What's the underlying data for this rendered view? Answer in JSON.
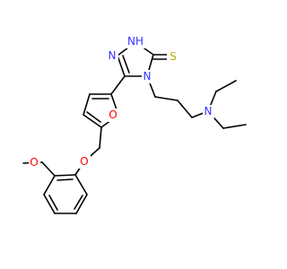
{
  "molecule": {
    "atom_labels": {
      "nh": "NH",
      "s": "S",
      "n_ring_left": "N",
      "n_ring_bottom": "N",
      "n_amine": "N",
      "o_furan": "O",
      "o_ether": "O",
      "o_methoxy": "O"
    },
    "colors": {
      "nitrogen": "#3333ff",
      "oxygen": "#ff0000",
      "sulfur": "#b2b200",
      "bond": "#000000",
      "background": "#ffffff"
    }
  }
}
